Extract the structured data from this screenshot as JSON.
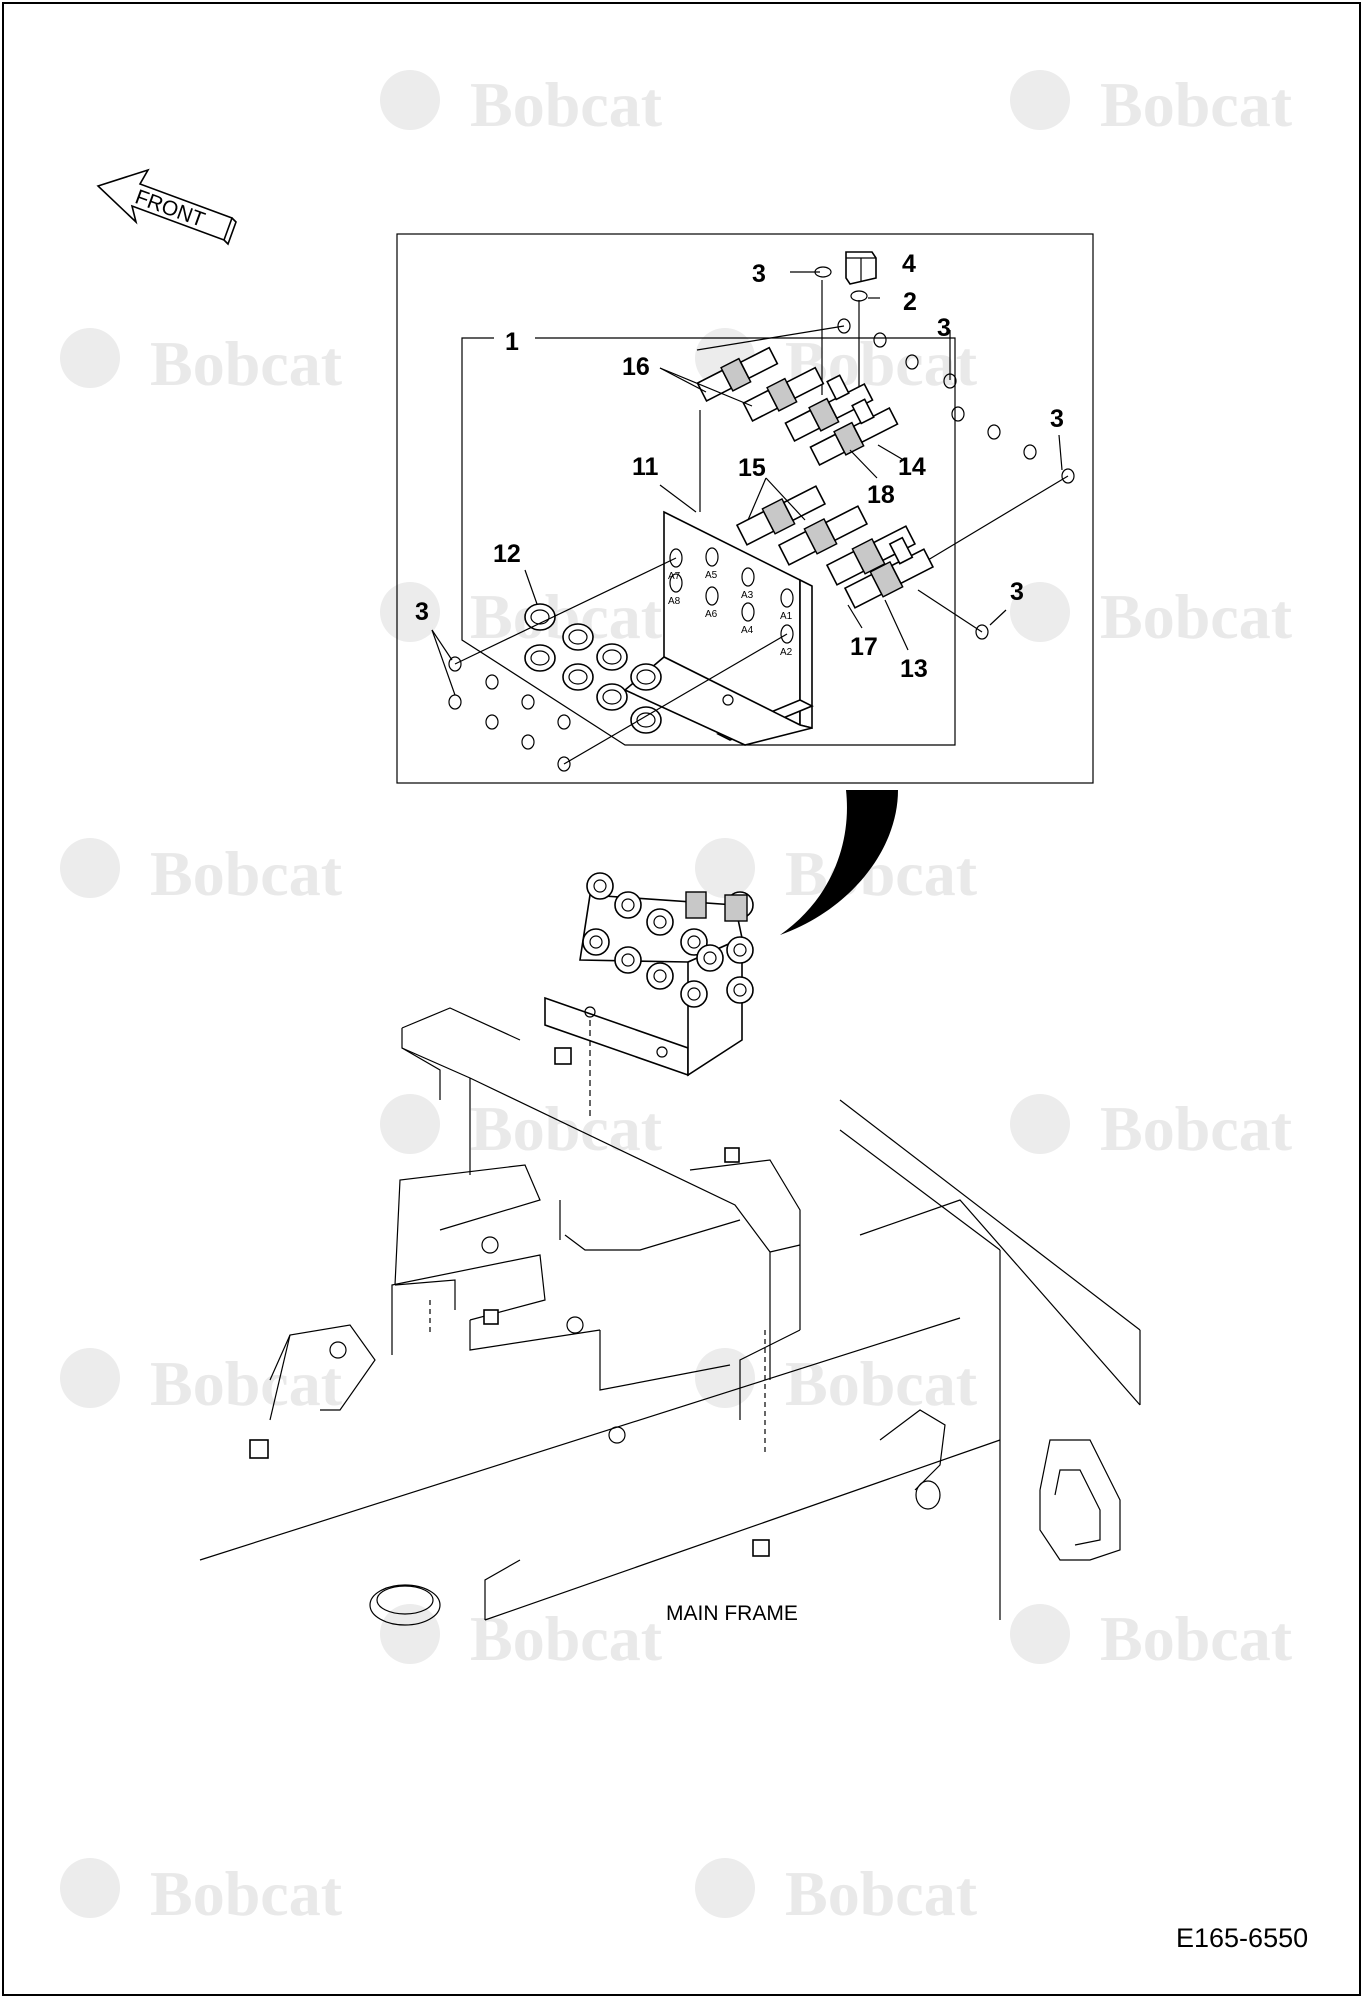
{
  "watermark": {
    "brand": "Bobcat"
  },
  "front_arrow": {
    "label": "FRONT"
  },
  "callouts": {
    "c1": "1",
    "c2": "2",
    "c3a": "3",
    "c3b": "3",
    "c3c": "3",
    "c3d": "3",
    "c3e": "3",
    "c4": "4",
    "c11": "11",
    "c12": "12",
    "c13": "13",
    "c14": "14",
    "c15": "15",
    "c16": "16",
    "c17": "17",
    "c18": "18"
  },
  "port_labels": {
    "a7": "A7",
    "a8": "A8",
    "a5": "A5",
    "a6": "A6",
    "a3": "A3",
    "a4": "A4",
    "a1": "A1",
    "a2": "A2"
  },
  "main_frame_label": "MAIN FRAME",
  "drawing_number": "E165-6550"
}
